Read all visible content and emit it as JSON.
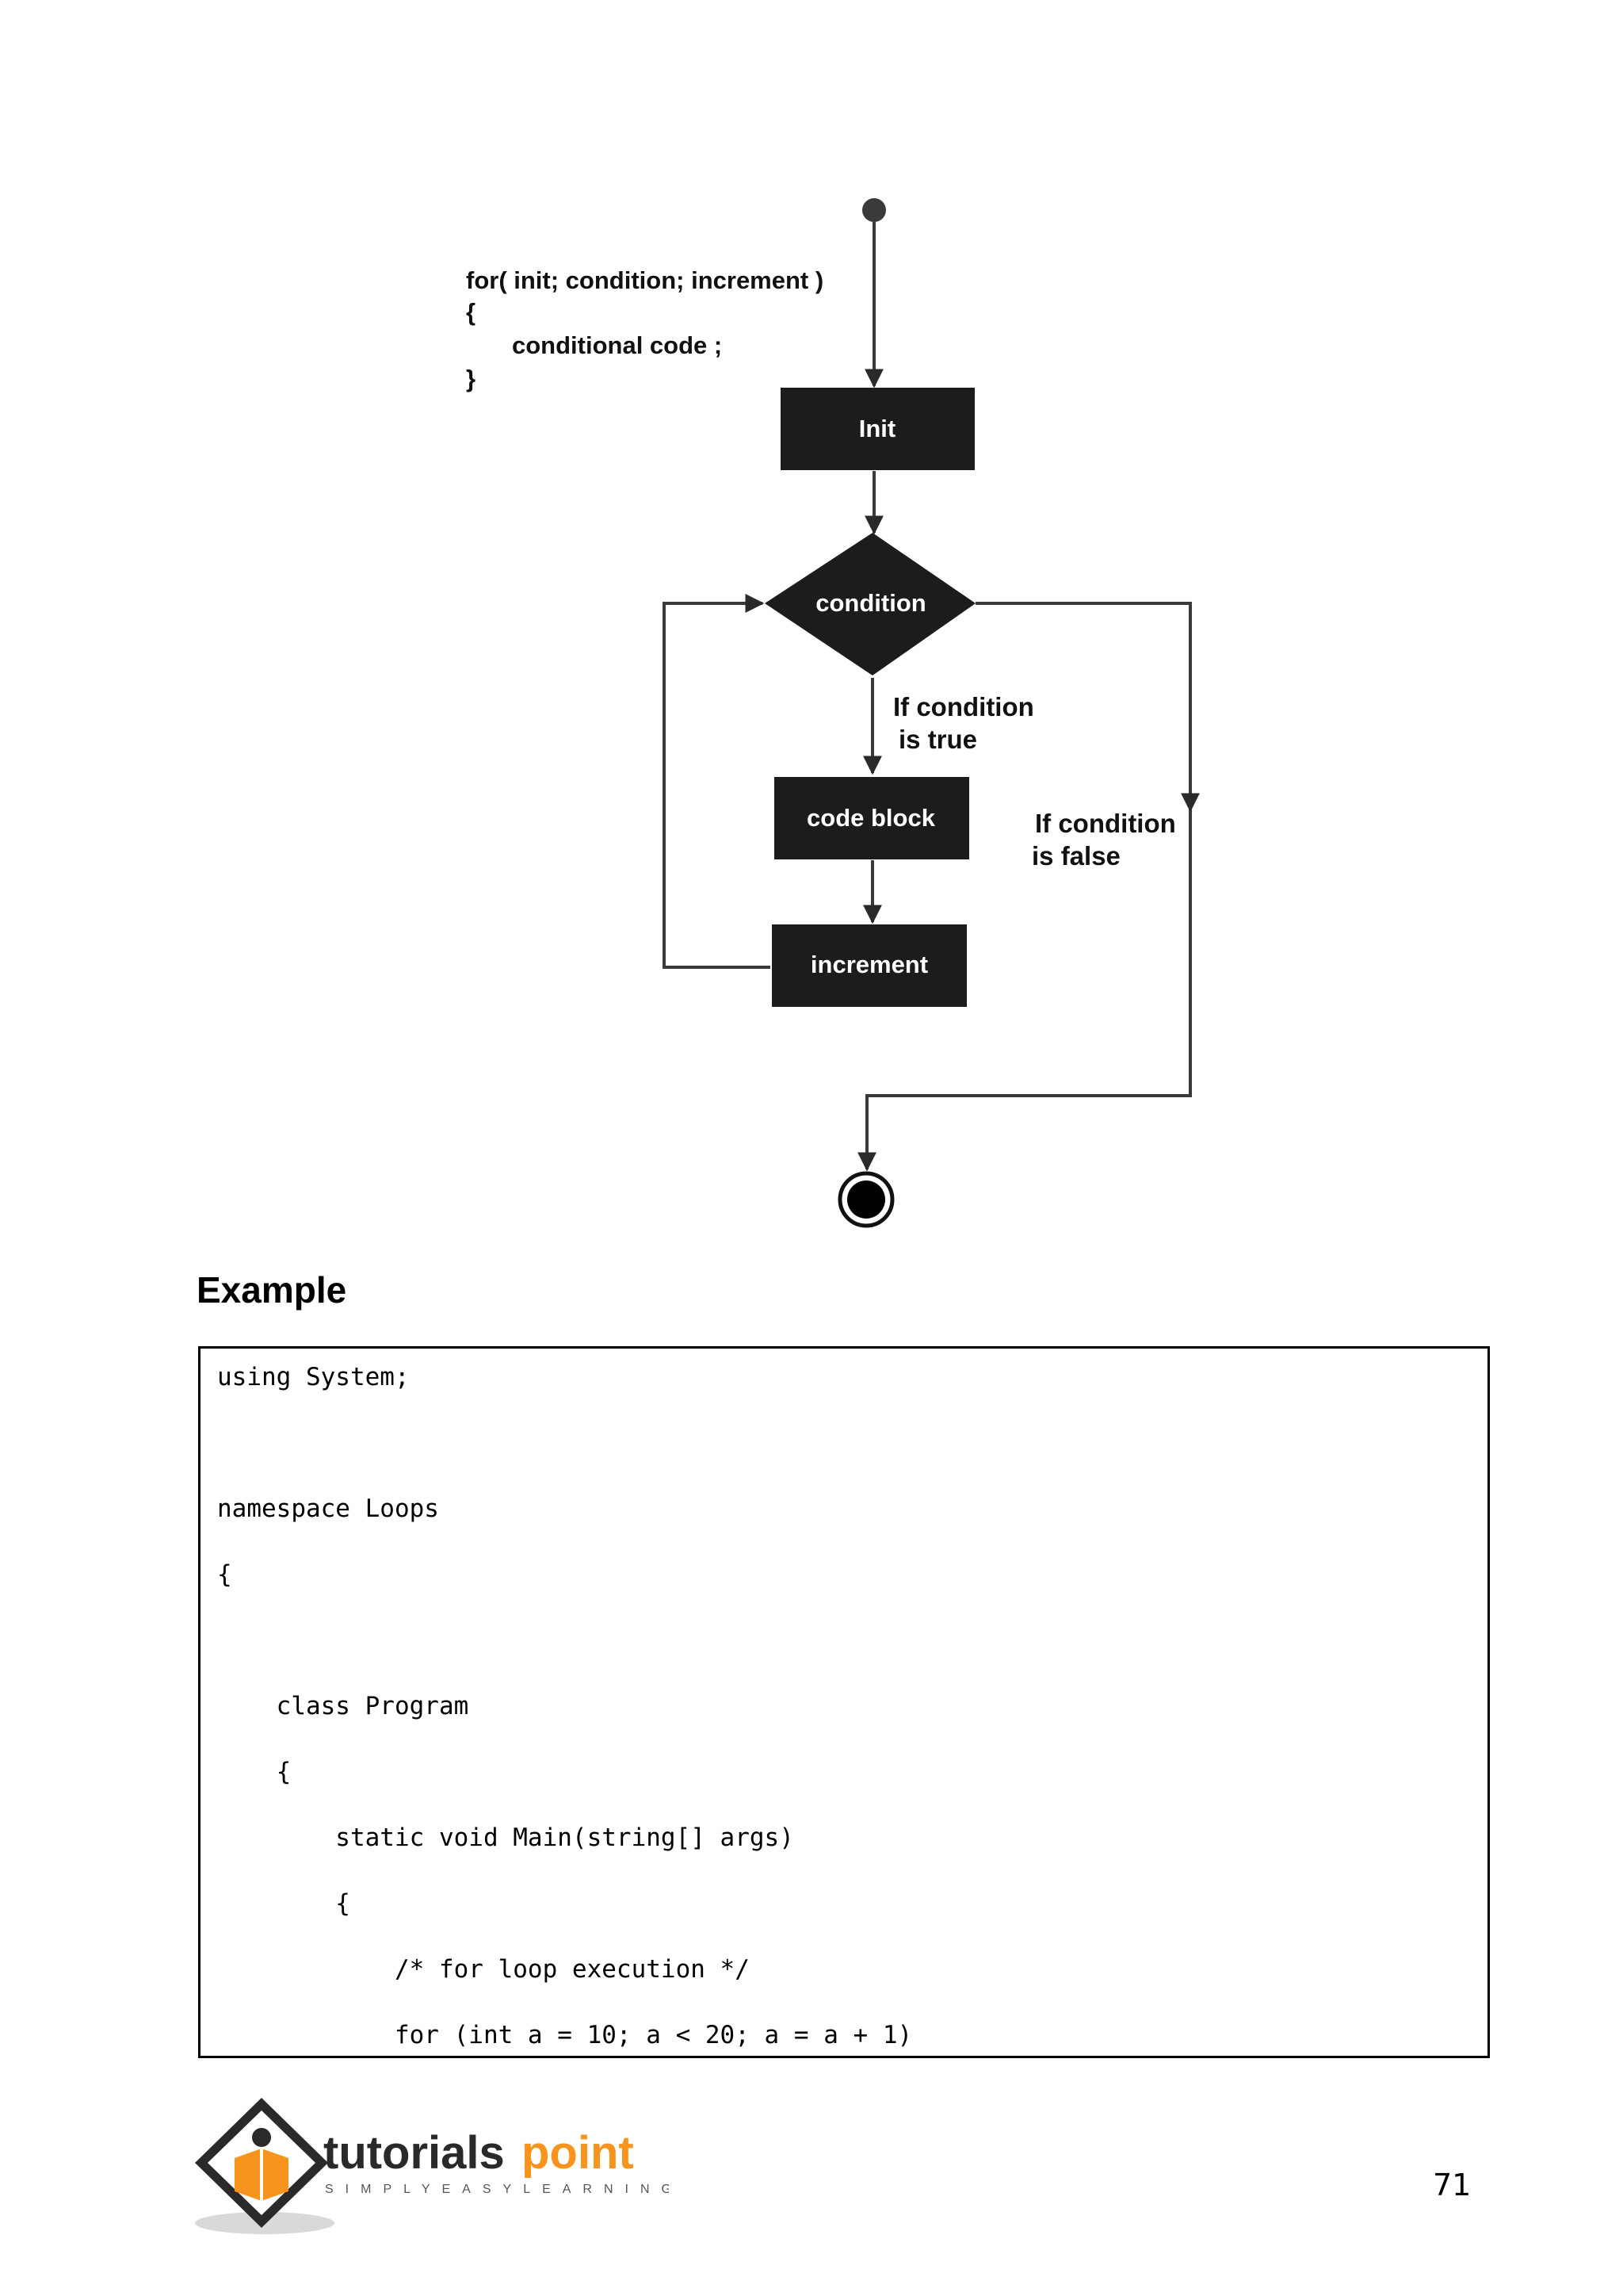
{
  "flowchart": {
    "syntax_lines": [
      "for( init; condition; increment )",
      "{",
      "conditional code ;",
      "}"
    ],
    "nodes": {
      "init": "Init",
      "condition": "condition",
      "code_block": "code block",
      "increment": "increment"
    },
    "branch_true": [
      "If condition",
      "is true"
    ],
    "branch_false": [
      "If condition",
      "is false"
    ]
  },
  "example": {
    "heading": "Example",
    "code_lines": [
      "using System;",
      "",
      "namespace Loops",
      "{",
      "",
      "    class Program",
      "    {",
      "        static void Main(string[] args)",
      "        {",
      "            /* for loop execution */",
      "            for (int a = 10; a < 20; a = a + 1)"
    ]
  },
  "footer": {
    "logo_word_1": "tutorials",
    "logo_word_2": "point",
    "logo_tagline": "SIMPLYEASYLEARNING",
    "page_number": "71"
  },
  "colors": {
    "brand_orange": "#f7941d",
    "node_fill": "#1c1c1c",
    "arrow": "#3a3a3a"
  }
}
